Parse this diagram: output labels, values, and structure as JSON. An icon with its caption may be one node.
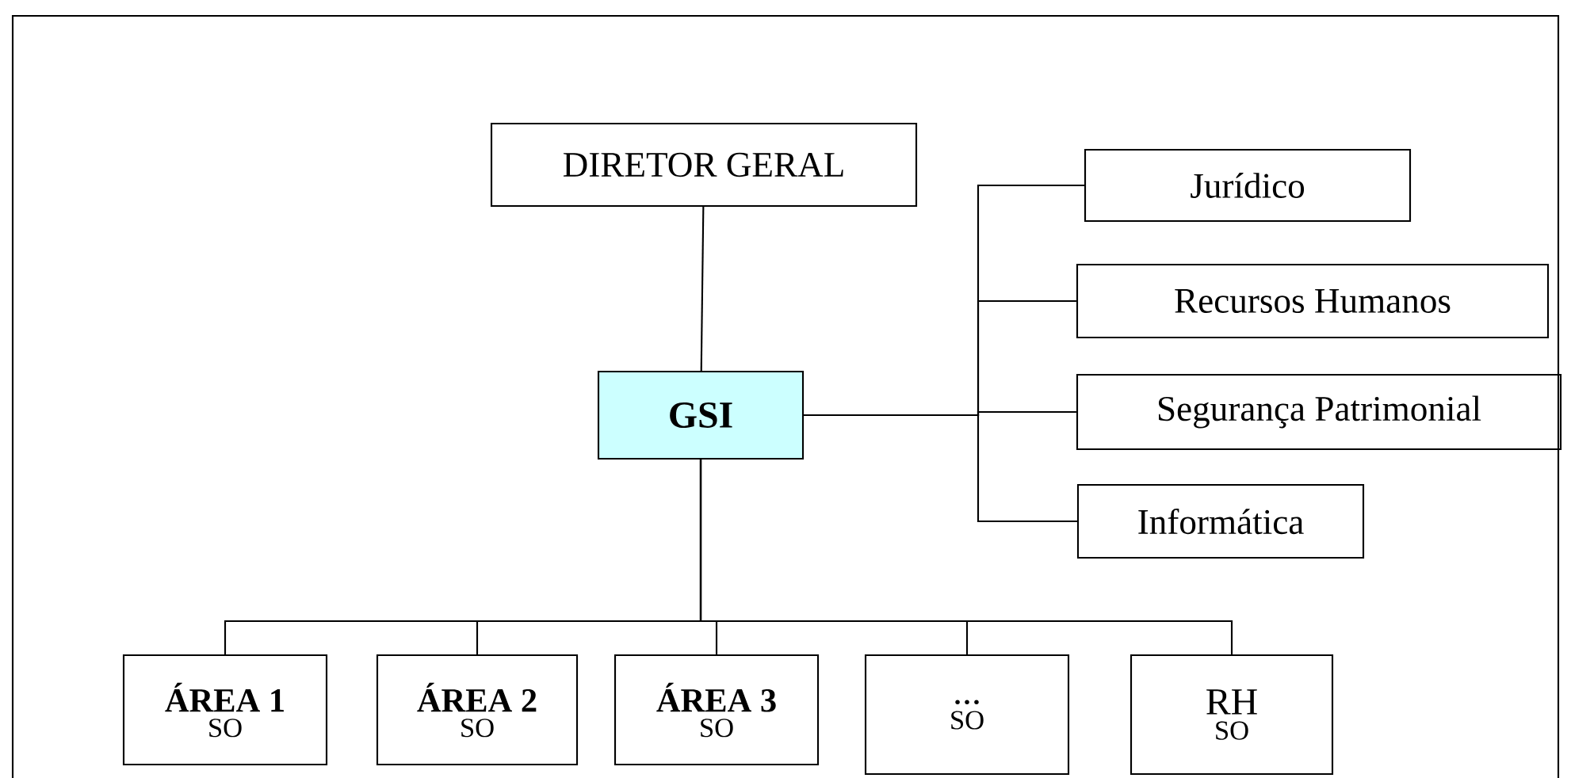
{
  "diagram": {
    "nodes": [
      {
        "text": [
          "DIRETOR GERAL"
        ]
      },
      {
        "text": [
          "GSI"
        ]
      },
      {
        "text": [
          "Jurídico"
        ]
      },
      {
        "text": [
          "Recursos Humanos"
        ]
      },
      {
        "text": [
          "Segurança Patrimonial"
        ]
      },
      {
        "text": [
          "Informática"
        ]
      },
      {
        "text": [
          "ÁREA 1",
          "SO"
        ]
      },
      {
        "text": [
          "ÁREA 2",
          "SO"
        ]
      },
      {
        "text": [
          "ÁREA 3",
          "SO"
        ]
      },
      {
        "text": [
          "...",
          "SO"
        ]
      },
      {
        "text": [
          "RH",
          "SO"
        ]
      }
    ],
    "edges": [
      {
        "from": 0,
        "to": 1,
        "arrow": "none"
      },
      {
        "from": 1,
        "to": 2,
        "arrow": "none"
      },
      {
        "from": 1,
        "to": 3,
        "arrow": "none"
      },
      {
        "from": 1,
        "to": 4,
        "arrow": "none"
      },
      {
        "from": 1,
        "to": 5,
        "arrow": "none"
      },
      {
        "from": 1,
        "to": 6,
        "arrow": "none"
      },
      {
        "from": 1,
        "to": 7,
        "arrow": "none"
      },
      {
        "from": 1,
        "to": 8,
        "arrow": "none"
      },
      {
        "from": 1,
        "to": 9,
        "arrow": "none"
      },
      {
        "from": 1,
        "to": 10,
        "arrow": "none"
      }
    ]
  }
}
